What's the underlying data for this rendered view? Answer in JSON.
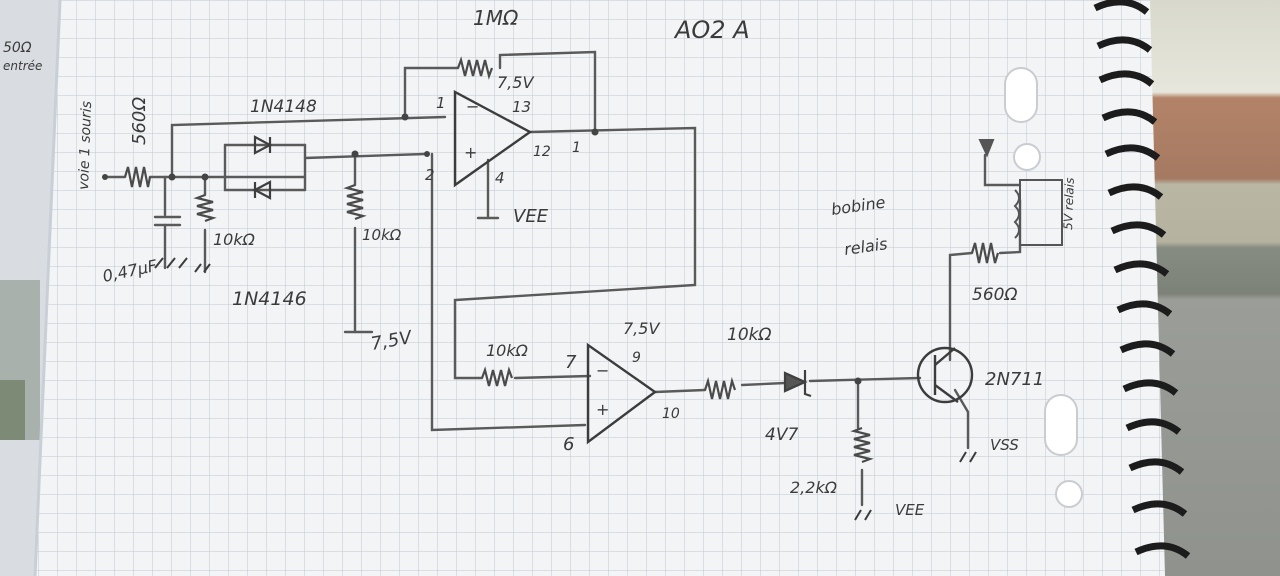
{
  "notebook": {
    "title": "AO2 A",
    "input_label": "voie 1 souris",
    "side_labels": [
      "50Ω",
      "entrée"
    ],
    "relay_label": [
      "bobine",
      "relais"
    ],
    "side_note": "5V relais"
  },
  "components": {
    "feedback_resistor": "1MΩ",
    "input_resistor": "560Ω",
    "diode_top": "1N4148",
    "diode_bottom": "1N4146",
    "capacitor": "0,47µF",
    "shunt_resistor": "10kΩ",
    "divider_resistor": "10kΩ",
    "supply_positive": "7,5V",
    "opamp1_pin_minus": "1",
    "opamp1_pin_plus": "2",
    "opamp1_pin_supply": "13",
    "opamp1_pin_out": "12",
    "opamp1_pin_vee": "4",
    "opamp1_out_num": "1",
    "opamp2_supply": "7,5V",
    "opamp2_pin_supply": "9",
    "opamp2_pin_minus": "7",
    "opamp2_pin_plus": "6",
    "opamp2_pin_out": "10",
    "comp_resistor": "10kΩ",
    "series_resistor": "10kΩ",
    "zener": "4V7",
    "pulldown_resistor": "2,2kΩ",
    "transistor": "2N711",
    "collector_resistor": "560Ω",
    "vee": "VEE",
    "vee_sub": "EE",
    "vss": "VSS"
  }
}
